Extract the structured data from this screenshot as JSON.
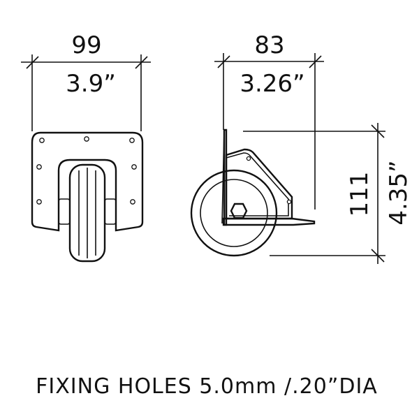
{
  "front_view": {
    "width_mm": "99",
    "width_in": "3.9”"
  },
  "side_view": {
    "depth_mm": "83",
    "depth_in": "3.26”",
    "height_mm": "111",
    "height_in": "4.35”"
  },
  "note": "FIXING HOLES 5.0mm /.20”DIA"
}
